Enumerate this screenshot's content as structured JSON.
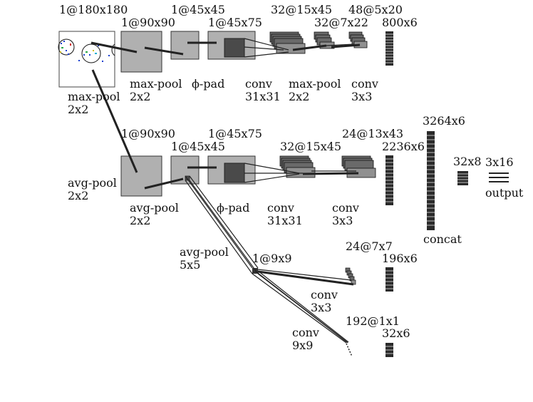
{
  "colors": {
    "block": "#b0b0b0",
    "dark": "#4a4a4a",
    "line": "#222222",
    "text": "#111111"
  },
  "row1": {
    "input_dim": "1@180x180",
    "pool1_dim": "1@90x90",
    "pool1_label": "max-pool",
    "pool1_size": "2x2",
    "input_pool_label": "max-pool",
    "input_pool_size": "2x2",
    "pad_dim": "1@45x45",
    "pad_label": "ϕ-pad",
    "conv_in_dim": "1@45x75",
    "conv1_out_dim": "32@15x45",
    "conv1_label": "conv",
    "conv1_size": "31x31",
    "pool2_out_dim": "32@7x22",
    "pool2_label": "max-pool",
    "pool2_size": "2x2",
    "conv2_out_dim": "48@5x20",
    "conv2_label": "conv",
    "conv2_size": "3x3",
    "dense_dim": "800x6"
  },
  "row2": {
    "pool1_dim": "1@90x90",
    "input_pool_label": "avg-pool",
    "input_pool_size": "2x2",
    "pad_dim": "1@45x45",
    "pool2_label": "avg-pool",
    "pool2_size": "2x2",
    "conv_in_dim": "1@45x75",
    "pad_label": "ϕ-pad",
    "conv1_out_dim": "32@15x45",
    "conv1_label": "conv",
    "conv1_size": "31x31",
    "conv2_out_dim": "24@13x43",
    "conv2_label": "conv",
    "conv2_size": "3x3",
    "dense_dim": "2236x6"
  },
  "merge": {
    "concat_dim": "3264x6",
    "concat_label": "concat",
    "fc_dim": "32x8",
    "out_dim": "3x16",
    "out_label": "output"
  },
  "row3": {
    "pool_label": "avg-pool",
    "pool_size": "5x5",
    "pool_dim": "1@9x9",
    "conv_a_dim": "24@7x7",
    "conv_a_label": "conv",
    "conv_a_size": "3x3",
    "dense_a_dim": "196x6",
    "conv_b_dim": "192@1x1",
    "conv_b_label": "conv",
    "conv_b_size": "9x9",
    "dense_b_dim": "32x6"
  }
}
